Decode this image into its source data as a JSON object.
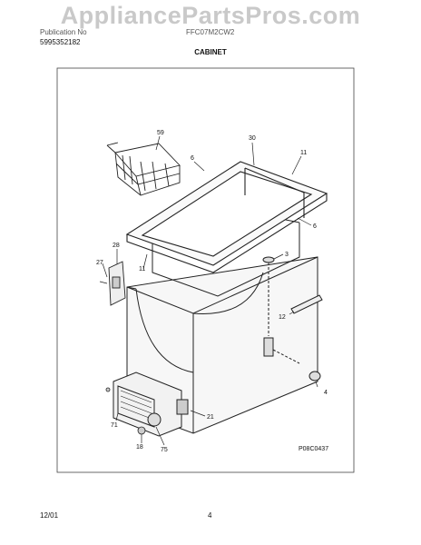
{
  "watermark": "AppliancePartsPros.com",
  "header": {
    "pub_label": "Publication No",
    "pub_number": "5995352182",
    "model": "FFC07M2CW2",
    "section": "CABINET"
  },
  "callouts": {
    "c59": "59",
    "c30": "30",
    "c6a": "6",
    "c11a": "11",
    "c6b": "6",
    "c28": "28",
    "c27": "27",
    "c11b": "11",
    "c3": "3",
    "c12": "12",
    "c4": "4",
    "c21": "21",
    "c71": "71",
    "c18": "18",
    "c75": "75"
  },
  "diagram_code": "P08C0437",
  "footer": {
    "date": "12/01",
    "page": "4"
  }
}
